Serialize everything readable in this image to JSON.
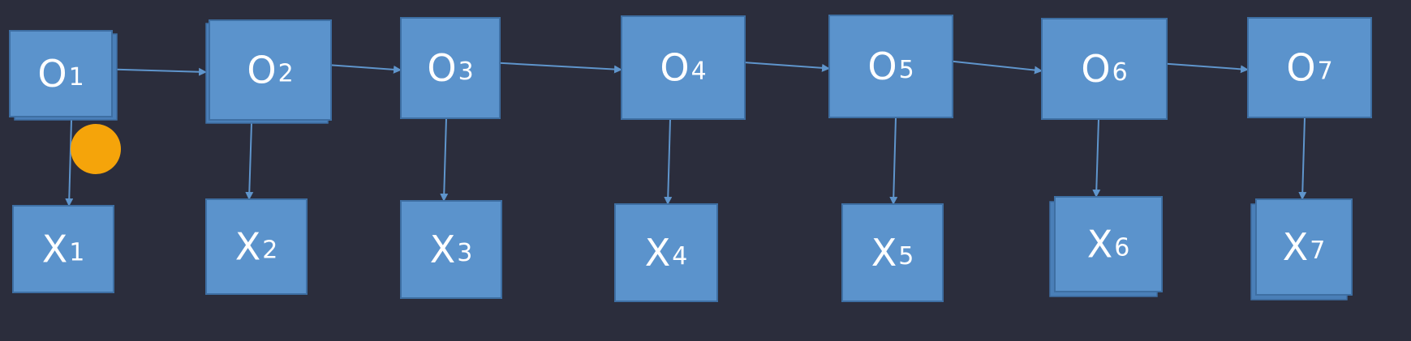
{
  "diagram": {
    "top_row": [
      {
        "id": "o1",
        "letter": "O",
        "sub": "1"
      },
      {
        "id": "o2",
        "letter": "O",
        "sub": "2"
      },
      {
        "id": "o3",
        "letter": "O",
        "sub": "3"
      },
      {
        "id": "o4",
        "letter": "O",
        "sub": "4"
      },
      {
        "id": "o5",
        "letter": "O",
        "sub": "5"
      },
      {
        "id": "o6",
        "letter": "O",
        "sub": "6"
      },
      {
        "id": "o7",
        "letter": "O",
        "sub": "7"
      }
    ],
    "bottom_row": [
      {
        "id": "x1",
        "letter": "X",
        "sub": "1"
      },
      {
        "id": "x2",
        "letter": "X",
        "sub": "2"
      },
      {
        "id": "x3",
        "letter": "X",
        "sub": "3"
      },
      {
        "id": "x4",
        "letter": "X",
        "sub": "4"
      },
      {
        "id": "x5",
        "letter": "X",
        "sub": "5"
      },
      {
        "id": "x6",
        "letter": "X",
        "sub": "6"
      },
      {
        "id": "x7",
        "letter": "X",
        "sub": "7"
      }
    ],
    "colors": {
      "background": "#2b2d3c",
      "box_fill": "#5b93cc",
      "box_border": "#3e6fa3",
      "arrow": "#5f95cc",
      "cursor": "#f5a40a"
    },
    "icons": {
      "cursor": "mouse-cursor-dot"
    }
  }
}
